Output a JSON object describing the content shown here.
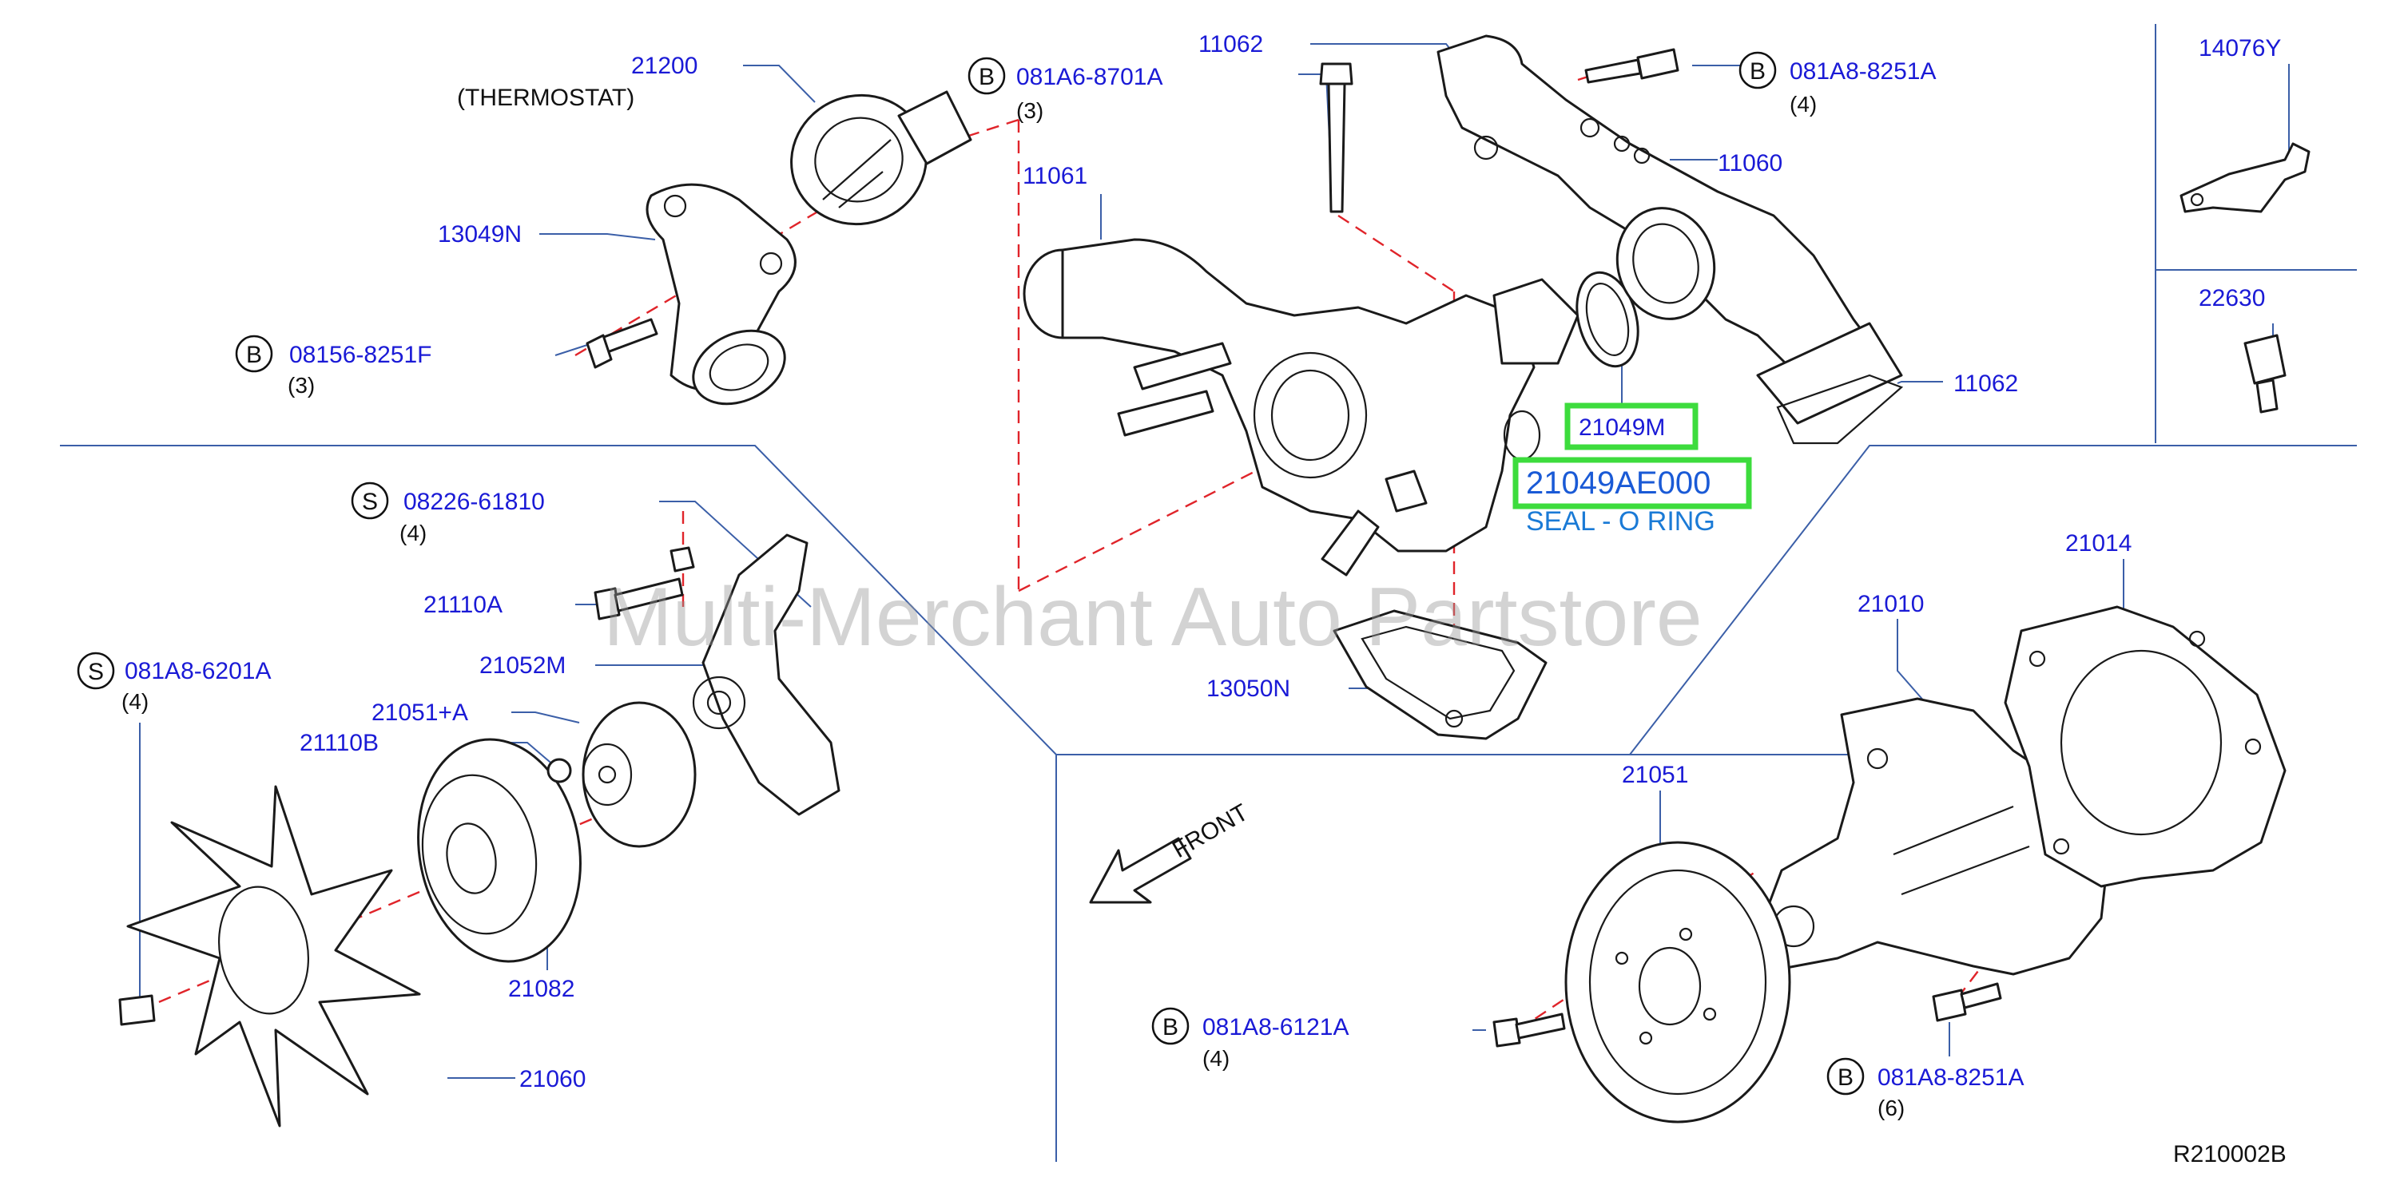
{
  "labels": {
    "thermostat_pn": "21200",
    "thermostat_name": "(THERMOSTAT)",
    "water_inlet_pn": "13049N",
    "bolt_b_081a6_pn": "081A6-8701A",
    "bolt_b_081a6_qty": "(3)",
    "bolt_b_08156_pn": "08156-8251F",
    "bolt_b_08156_qty": "(3)",
    "gasket_top_pn": "11062",
    "gasket_right_pn": "11062",
    "bolt_b_081a8_top_pn": "081A8-8251A",
    "bolt_b_081a8_top_qty": "(4)",
    "pipe_11060_pn": "11060",
    "outlet_11061_pn": "11061",
    "bracket_14076y_pn": "14076Y",
    "sensor_22630_pn": "22630",
    "oring_21049m_pn": "21049M",
    "oring_highlight_pn": "21049AE000",
    "oring_highlight_desc": "SEAL - O RING",
    "gasket_13050n_pn": "13050N",
    "stud_s_08226_pn": "08226-61810",
    "stud_s_08226_qty": "(4)",
    "bolt_21110a_pn": "21110A",
    "bracket_21052m_pn": "21052M",
    "pulley_21051a_pn": "21051+A",
    "bolt_21110b_pn": "21110B",
    "stud_s_081a8_6201a_pn": "081A8-6201A",
    "stud_s_081a8_6201a_qty": "(4)",
    "fan_coupling_21082_pn": "21082",
    "fan_21060_pn": "21060",
    "front_label": "FRONT",
    "pump_21010_pn": "21010",
    "gasket_21014_pn": "21014",
    "pulley_21051_pn": "21051",
    "bolt_b_081a8_6121a_pn": "081A8-6121A",
    "bolt_b_081a8_6121a_qty": "(4)",
    "bolt_b_081a8_8251a_bot_pn": "081A8-8251A",
    "bolt_b_081a8_8251a_bot_qty": "(6)",
    "diagram_code": "R210002B"
  },
  "markers": {
    "bolt": "B",
    "stud": "S"
  },
  "watermark": "Multi-Merchant Auto Partstore",
  "colors": {
    "part_number": "#1a1ad6",
    "leader": "#3b5fa8",
    "dashed_axis": "#e0242a",
    "highlight_box": "#3ddc3d"
  }
}
